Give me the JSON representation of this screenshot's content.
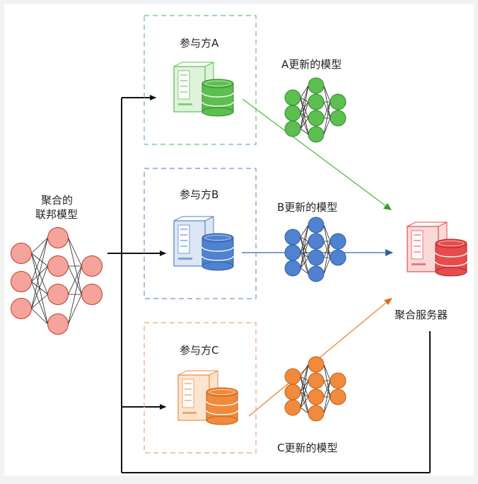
{
  "global_model": {
    "line1": "聚合的",
    "line2": "联邦模型",
    "color": "#f4a49a",
    "stroke": "#c0392b"
  },
  "participants": [
    {
      "title": "参与方A",
      "model_label": "A更新的模型",
      "color": "#5cbf4f",
      "dark": "#2e8b2e",
      "light": "#dff2da",
      "box_stroke": "#6cc070"
    },
    {
      "title": "参与方B",
      "model_label": "B更新的模型",
      "color": "#4f82cf",
      "dark": "#2f5fa8",
      "light": "#dde6f4",
      "box_stroke": "#6d93cf"
    },
    {
      "title": "参与方C",
      "model_label": "C更新的模型",
      "color": "#f08a3c",
      "dark": "#c65e14",
      "light": "#fde4d0",
      "box_stroke": "#f0a070"
    }
  ],
  "server": {
    "label": "聚合服务器",
    "color": "#e74c4c",
    "light": "#fbd9d9"
  }
}
